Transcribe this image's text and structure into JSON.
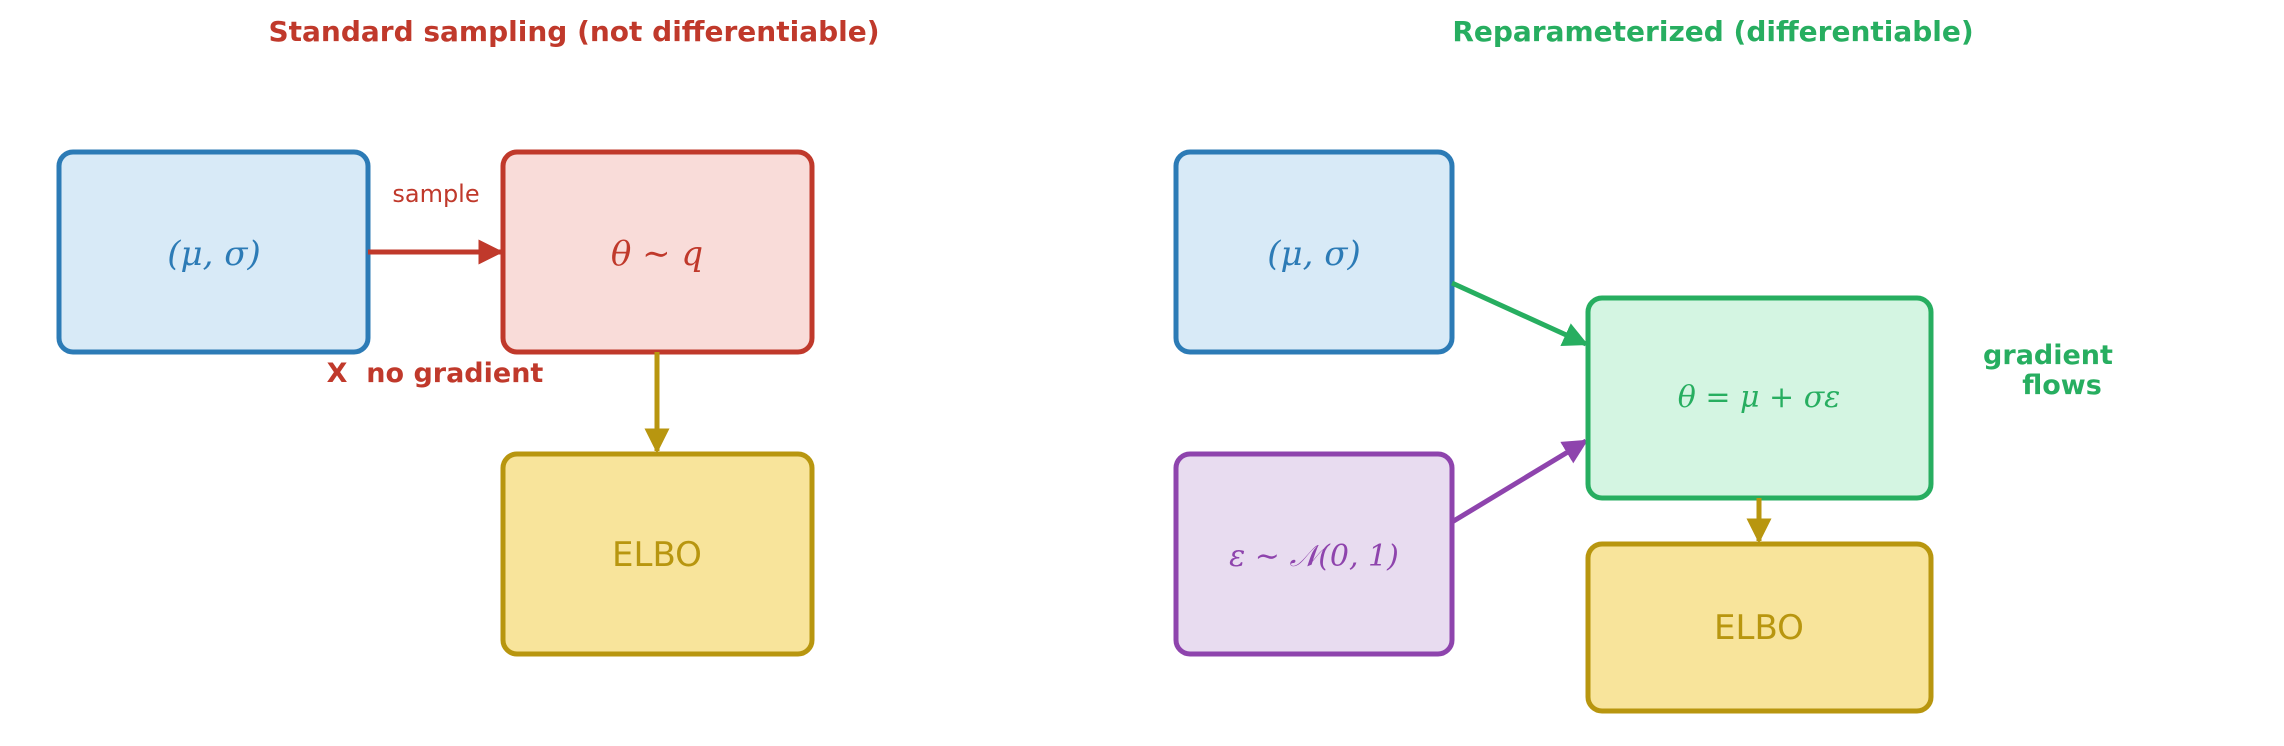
{
  "colors": {
    "blue": "#2c7bb6",
    "blue_fill": "#d8eaf7",
    "red": "#c0392b",
    "red_fill": "#f9dcd9",
    "gold": "#b8960f",
    "gold_fill": "#f8e49b",
    "green": "#27ae60",
    "green_fill": "#d4f5e2",
    "purple": "#8e44ad",
    "purple_fill": "#e8dcf0"
  },
  "left": {
    "title": "Standard sampling (not differentiable)",
    "params_label": "(μ, σ)",
    "theta_label": "θ ∼ q",
    "elbo_label": "ELBO",
    "arrow_label": "sample",
    "no_gradient": "X  no gradient"
  },
  "right": {
    "title": "Reparameterized (differentiable)",
    "params_label": "(μ, σ)",
    "epsilon_label": "ε ∼ 𝒩(0, 1)",
    "theta_label": "θ = μ + σε",
    "elbo_label": "ELBO",
    "gradient_line1": "gradient",
    "gradient_line2": "flows"
  }
}
